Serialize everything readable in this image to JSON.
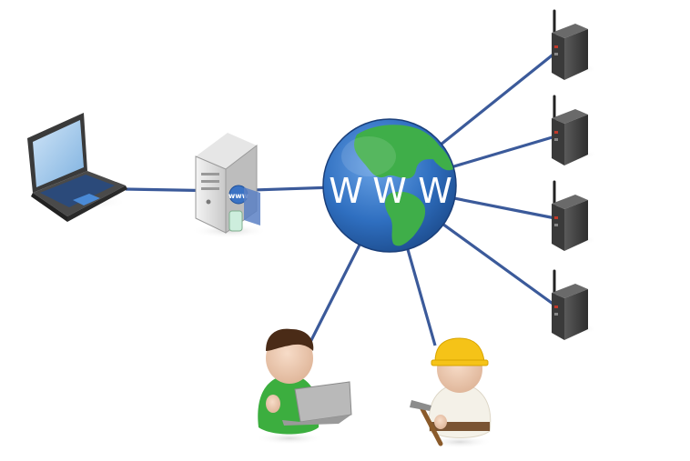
{
  "diagram": {
    "globe": {
      "letters": [
        "W",
        "W",
        "W"
      ],
      "ocean_color": "#2f6fc0",
      "land_color": "#3fae49"
    },
    "link_color": "#3b5a9a",
    "nodes": [
      {
        "id": "laptop",
        "icon": "laptop-icon"
      },
      {
        "id": "web-server",
        "icon": "web-server-icon",
        "badge": "www"
      },
      {
        "id": "globe",
        "icon": "globe-icon"
      },
      {
        "id": "router-1",
        "icon": "wireless-router-icon"
      },
      {
        "id": "router-2",
        "icon": "wireless-router-icon"
      },
      {
        "id": "router-3",
        "icon": "wireless-router-icon"
      },
      {
        "id": "router-4",
        "icon": "wireless-router-icon"
      },
      {
        "id": "user-with-laptop",
        "icon": "user-laptop-icon"
      },
      {
        "id": "worker",
        "icon": "construction-worker-icon"
      }
    ],
    "links": [
      {
        "from": "laptop",
        "to": "web-server"
      },
      {
        "from": "web-server",
        "to": "globe"
      },
      {
        "from": "globe",
        "to": "router-1"
      },
      {
        "from": "globe",
        "to": "router-2"
      },
      {
        "from": "globe",
        "to": "router-3"
      },
      {
        "from": "globe",
        "to": "router-4"
      },
      {
        "from": "globe",
        "to": "user-with-laptop"
      },
      {
        "from": "globe",
        "to": "worker"
      }
    ]
  }
}
